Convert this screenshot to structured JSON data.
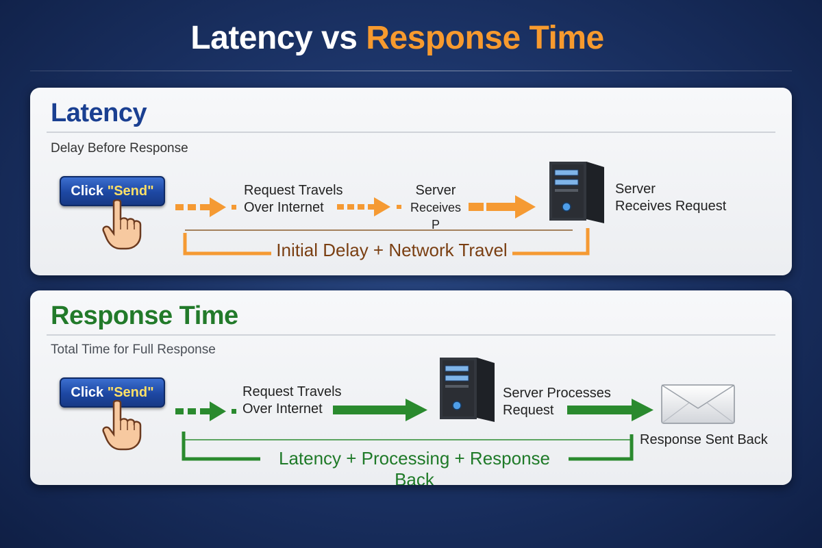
{
  "title": {
    "part1": "Latency vs",
    "part2": "Response Time"
  },
  "colors": {
    "orange": "#f79a2e",
    "green": "#2a8a2e",
    "latency_heading": "#1a3f91",
    "response_heading": "#227a2a"
  },
  "latency": {
    "heading": "Latency",
    "subtitle": "Delay Before Response",
    "button": {
      "prefix": "Click ",
      "quoted": "\"Send\""
    },
    "step1": [
      "Request Travels",
      "Over Internet"
    ],
    "step2": [
      "Server",
      "Receives P"
    ],
    "step3": [
      "Server",
      "Receives Request"
    ],
    "bracket_label": "Initial Delay + Network Travel"
  },
  "response": {
    "heading": "Response Time",
    "subtitle": "Total Time for Full Response",
    "button": {
      "prefix": "Click ",
      "quoted": "\"Send\""
    },
    "step1": [
      "Request Travels",
      "Over Internet"
    ],
    "step2": [
      "Server Processes",
      "Request"
    ],
    "step3": "Response Sent Back",
    "bracket_label": "Latency + Processing + Response Back"
  },
  "icons": [
    "pointer-hand-icon",
    "server-tower-icon",
    "envelope-icon",
    "dashed-arrow-icon",
    "solid-arrow-icon"
  ]
}
